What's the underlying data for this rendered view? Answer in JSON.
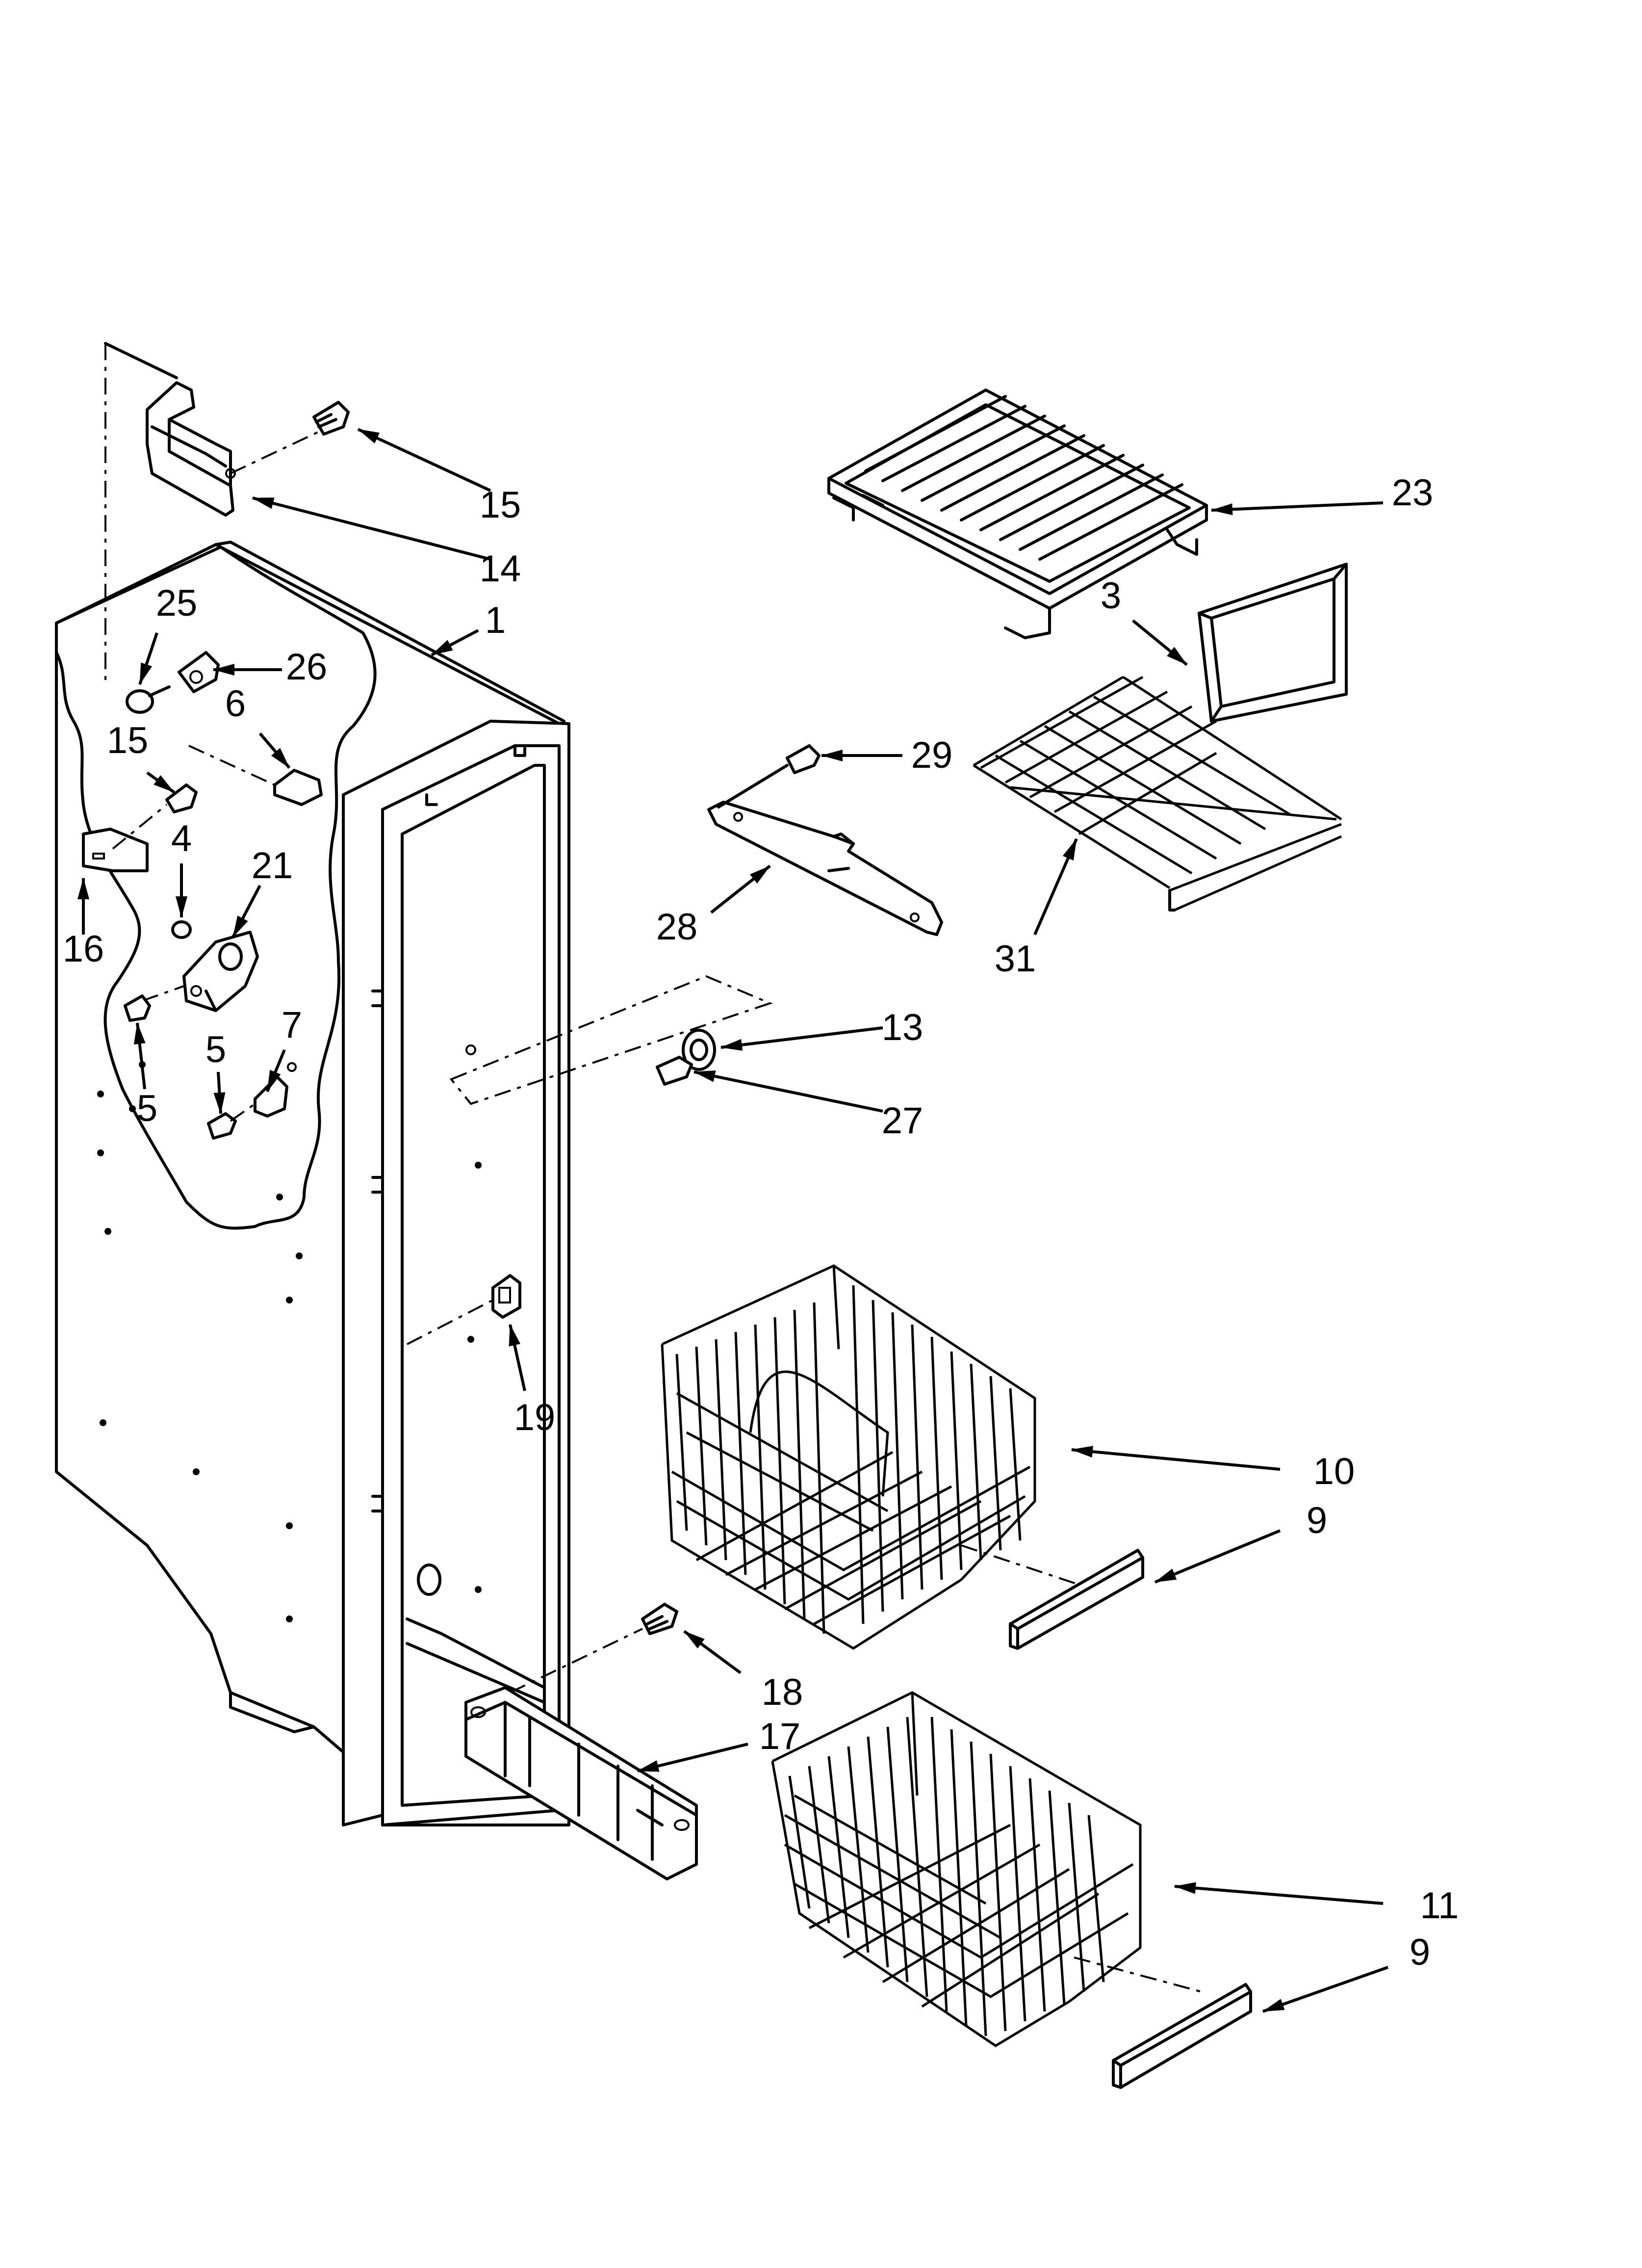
{
  "callouts": [
    {
      "id": "c15a",
      "label": "15"
    },
    {
      "id": "c14",
      "label": "14"
    },
    {
      "id": "c1",
      "label": "1"
    },
    {
      "id": "c25",
      "label": "25"
    },
    {
      "id": "c26",
      "label": "26"
    },
    {
      "id": "c6",
      "label": "6"
    },
    {
      "id": "c15b",
      "label": "15"
    },
    {
      "id": "c4",
      "label": "4"
    },
    {
      "id": "c21",
      "label": "21"
    },
    {
      "id": "c16",
      "label": "16"
    },
    {
      "id": "c5a",
      "label": "5"
    },
    {
      "id": "c5b",
      "label": "5"
    },
    {
      "id": "c7",
      "label": "7"
    },
    {
      "id": "c23",
      "label": "23"
    },
    {
      "id": "c3",
      "label": "3"
    },
    {
      "id": "c29",
      "label": "29"
    },
    {
      "id": "c28",
      "label": "28"
    },
    {
      "id": "c31",
      "label": "31"
    },
    {
      "id": "c13",
      "label": "13"
    },
    {
      "id": "c27",
      "label": "27"
    },
    {
      "id": "c19",
      "label": "19"
    },
    {
      "id": "c10",
      "label": "10"
    },
    {
      "id": "c9a",
      "label": "9"
    },
    {
      "id": "c18",
      "label": "18"
    },
    {
      "id": "c17",
      "label": "17"
    },
    {
      "id": "c11",
      "label": "11"
    },
    {
      "id": "c9b",
      "label": "9"
    }
  ]
}
